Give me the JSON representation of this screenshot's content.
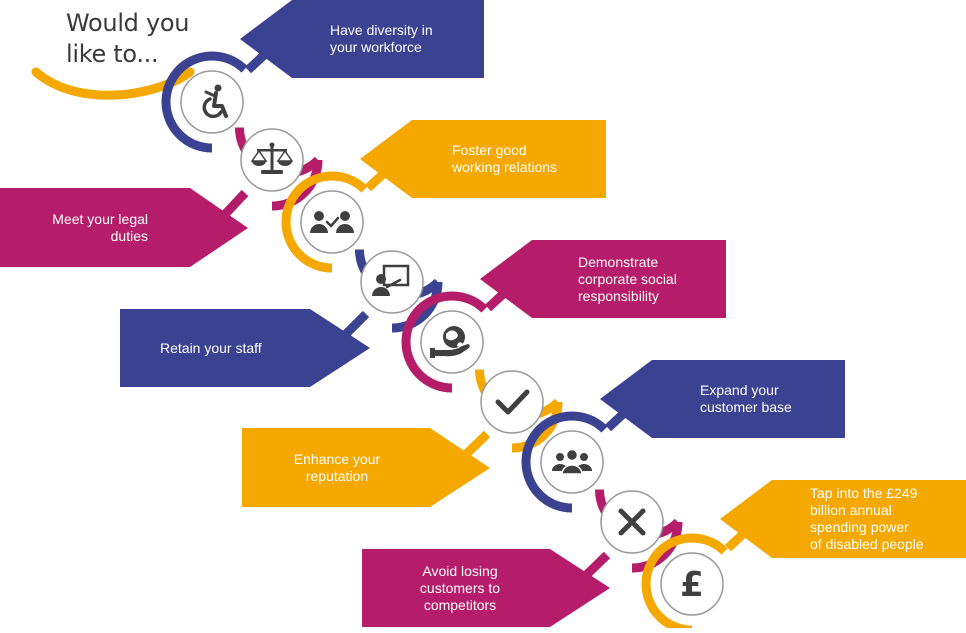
{
  "heading": {
    "line1": "Would you",
    "line2": "like to..."
  },
  "colors": {
    "navy": "#3a4291",
    "magenta": "#b51d6a",
    "gold": "#f5a800",
    "icon": "#404040",
    "ring": "#9a9a9a"
  },
  "steps": [
    {
      "icon": "wheelchair-icon",
      "lines": [
        "Have diversity in",
        "your workforce"
      ],
      "color": "navy"
    },
    {
      "icon": "scales-of-justice-icon",
      "lines": [
        "Meet your legal",
        "duties"
      ],
      "color": "magenta"
    },
    {
      "icon": "people-agreement-icon",
      "lines": [
        "Foster good",
        "working relations"
      ],
      "color": "gold"
    },
    {
      "icon": "presenter-icon",
      "lines": [
        "Retain your staff"
      ],
      "color": "navy"
    },
    {
      "icon": "globe-in-hand-icon",
      "lines": [
        "Demonstrate",
        "corporate social",
        "responsibility"
      ],
      "color": "magenta"
    },
    {
      "icon": "checkmark-icon",
      "lines": [
        "Enhance your",
        "reputation"
      ],
      "color": "gold"
    },
    {
      "icon": "customer-group-icon",
      "lines": [
        "Expand your",
        "customer base"
      ],
      "color": "navy"
    },
    {
      "icon": "cross-icon",
      "lines": [
        "Avoid losing",
        "customers to",
        "competitors"
      ],
      "color": "magenta"
    },
    {
      "icon": "pound-sign-icon",
      "lines": [
        "Tap into the £249",
        "billion annual",
        "spending power",
        "of disabled people"
      ],
      "color": "gold"
    }
  ]
}
